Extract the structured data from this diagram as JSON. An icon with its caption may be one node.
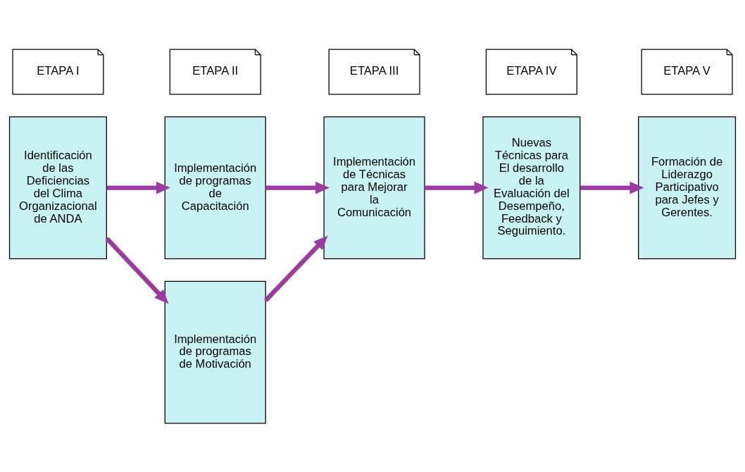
{
  "diagram": {
    "nodes": [
      {
        "text": [
          "ETAPA I"
        ]
      },
      {
        "text": [
          "ETAPA II"
        ]
      },
      {
        "text": [
          "ETAPA III"
        ]
      },
      {
        "text": [
          "ETAPA IV"
        ]
      },
      {
        "text": [
          "ETAPA V"
        ]
      },
      {
        "text": [
          "Identificación de las Deficiencias del Clima Organizacional de ANDA"
        ]
      },
      {
        "text": [
          "Implementación de programas de Capacitación"
        ]
      },
      {
        "text": [
          "Implementación de programas de Motivación"
        ]
      },
      {
        "text": [
          "Implementación de Técnicas para Mejorar la Comunicación"
        ]
      },
      {
        "text": [
          "Nuevas Técnicas para El desarrollo de la Evaluación del Desempeño, Feedback y Seguimiento."
        ]
      },
      {
        "text": [
          "Formación de Liderazgo Participativo para Jefes y Gerentes."
        ]
      }
    ],
    "edges": [
      {
        "from": 5,
        "to": 6,
        "arrow": "to"
      },
      {
        "from": 5,
        "to": 7,
        "arrow": "to"
      },
      {
        "from": 6,
        "to": 8,
        "arrow": "to"
      },
      {
        "from": 7,
        "to": 8,
        "arrow": "to"
      },
      {
        "from": 8,
        "to": 9,
        "arrow": "to"
      },
      {
        "from": 9,
        "to": 10,
        "arrow": "to"
      }
    ]
  }
}
